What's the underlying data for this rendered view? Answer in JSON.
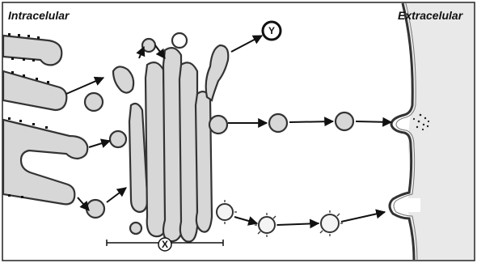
{
  "labels": {
    "intracellular": "Intracelular",
    "extracellular": "Extracelular",
    "x": "X",
    "y": "Y"
  }
}
